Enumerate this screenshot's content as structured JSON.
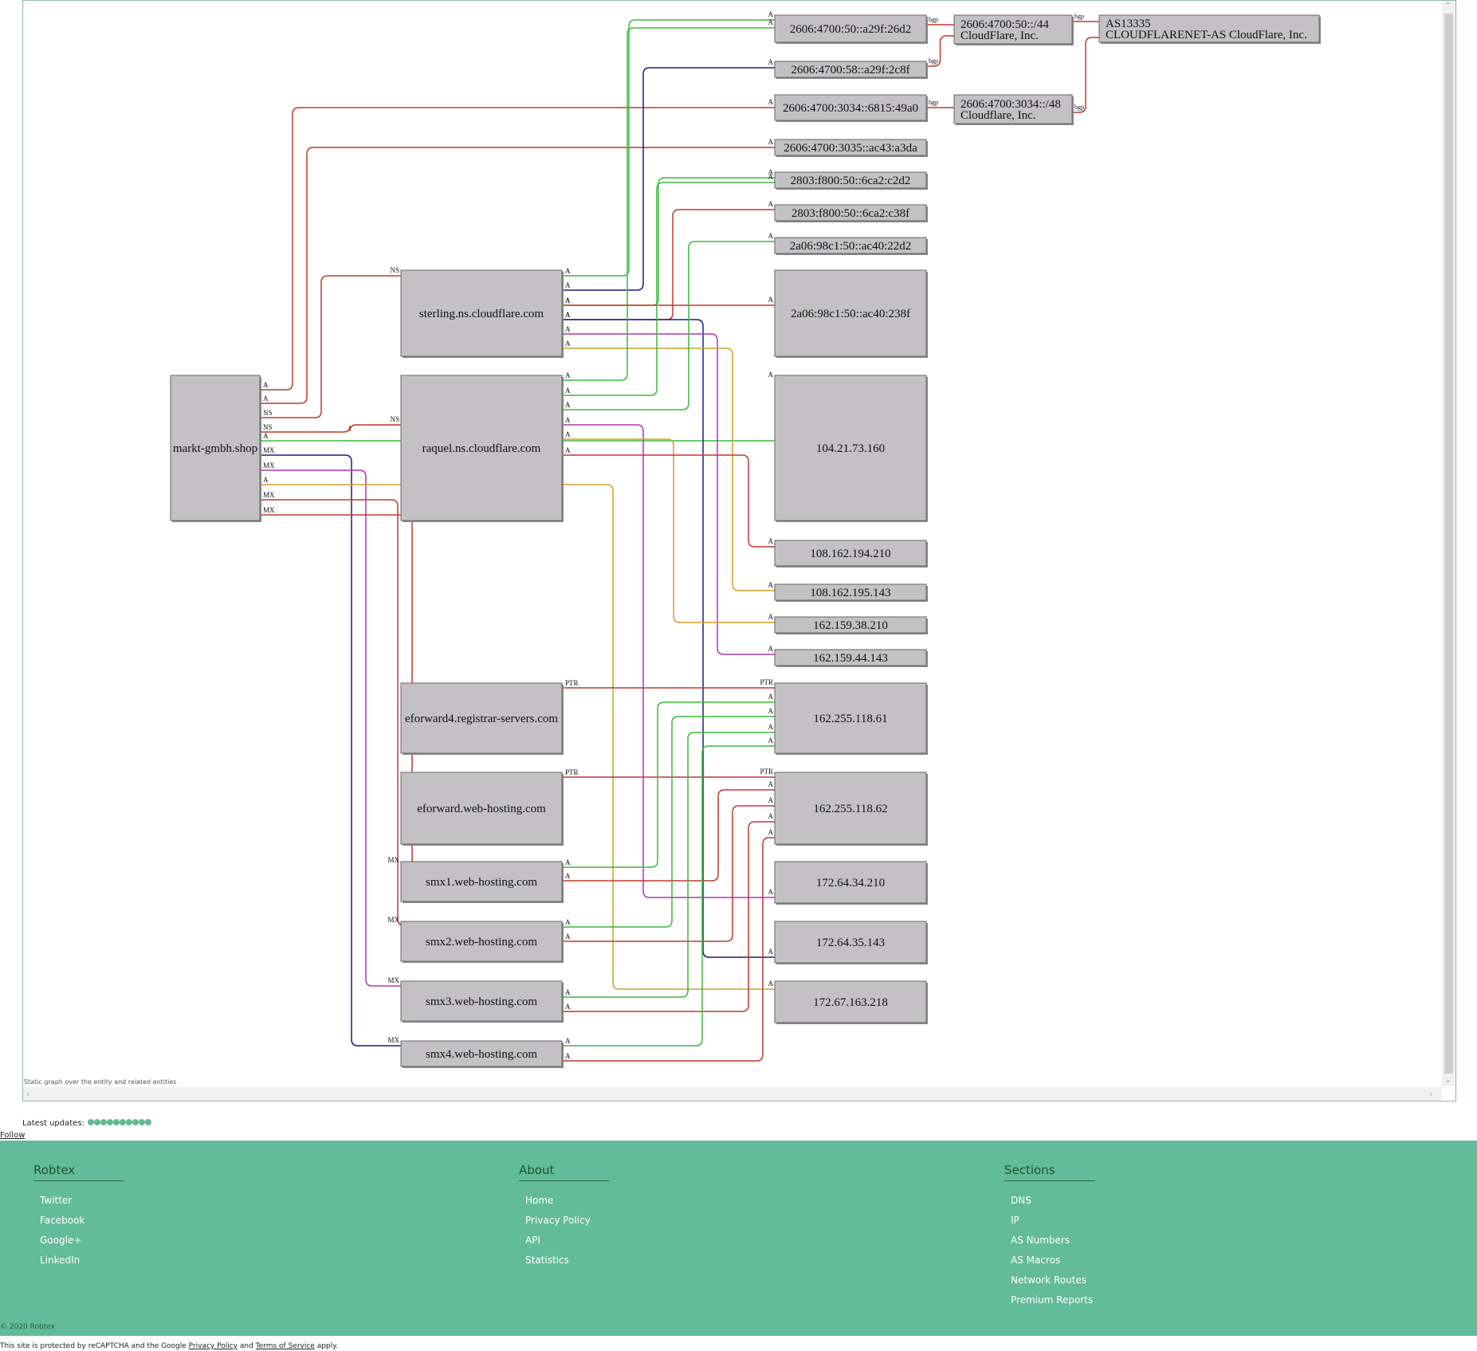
{
  "graph": {
    "caption": "Static graph over the entity and related entities",
    "nodes": [
      {
        "id": "root",
        "label": "markt-gmbh.shop"
      },
      {
        "id": "ns1",
        "label": "sterling.ns.cloudflare.com"
      },
      {
        "id": "ns2",
        "label": "raquel.ns.cloudflare.com"
      },
      {
        "id": "ef4",
        "label": "eforward4.registrar-servers.com"
      },
      {
        "id": "efw",
        "label": "eforward.web-hosting.com"
      },
      {
        "id": "smx1",
        "label": "smx1.web-hosting.com"
      },
      {
        "id": "smx2",
        "label": "smx2.web-hosting.com"
      },
      {
        "id": "smx3",
        "label": "smx3.web-hosting.com"
      },
      {
        "id": "smx4",
        "label": "smx4.web-hosting.com"
      },
      {
        "id": "v6a",
        "label": "2606:4700:50::a29f:26d2"
      },
      {
        "id": "v6b",
        "label": "2606:4700:58::a29f:2c8f"
      },
      {
        "id": "v6c",
        "label": "2606:4700:3034::6815:49a0"
      },
      {
        "id": "v6d",
        "label": "2606:4700:3035::ac43:a3da"
      },
      {
        "id": "v6e",
        "label": "2803:f800:50::6ca2:c2d2"
      },
      {
        "id": "v6f",
        "label": "2803:f800:50::6ca2:c38f"
      },
      {
        "id": "v6g",
        "label": "2a06:98c1:50::ac40:22d2"
      },
      {
        "id": "v6h",
        "label": "2a06:98c1:50::ac40:238f"
      },
      {
        "id": "ip1",
        "label": "104.21.73.160"
      },
      {
        "id": "ip2",
        "label": "108.162.194.210"
      },
      {
        "id": "ip3",
        "label": "108.162.195.143"
      },
      {
        "id": "ip4",
        "label": "162.159.38.210"
      },
      {
        "id": "ip5",
        "label": "162.159.44.143"
      },
      {
        "id": "ip6",
        "label": "162.255.118.61"
      },
      {
        "id": "ip7",
        "label": "162.255.118.62"
      },
      {
        "id": "ip8",
        "label": "172.64.34.210"
      },
      {
        "id": "ip9",
        "label": "172.64.35.143"
      },
      {
        "id": "ip10",
        "label": "172.67.163.218"
      },
      {
        "id": "rt1",
        "label": "2606:4700:50::/44\nCloudFlare, Inc."
      },
      {
        "id": "rt2",
        "label": "2606:4700:3034::/48\nCloudflare, Inc."
      },
      {
        "id": "asn",
        "label": "AS13335\nCLOUDFLARENET-AS CloudFlare, Inc."
      }
    ],
    "edges": [
      {
        "from": "root",
        "to": "v6c",
        "label": "A"
      },
      {
        "from": "root",
        "to": "v6d",
        "label": "A"
      },
      {
        "from": "root",
        "to": "ns1",
        "label": "NS"
      },
      {
        "from": "root",
        "to": "ns2",
        "label": "NS"
      },
      {
        "from": "root",
        "to": "ip1",
        "label": "A"
      },
      {
        "from": "root",
        "to": "smx4",
        "label": "MX"
      },
      {
        "from": "root",
        "to": "smx3",
        "label": "MX"
      },
      {
        "from": "root",
        "to": "ip10",
        "label": "A"
      },
      {
        "from": "root",
        "to": "smx2",
        "label": "MX"
      },
      {
        "from": "root",
        "to": "smx1",
        "label": "MX"
      },
      {
        "from": "ns1",
        "to": "v6a",
        "label": "A"
      },
      {
        "from": "ns1",
        "to": "v6b",
        "label": "A"
      },
      {
        "from": "ns1",
        "to": "v6e",
        "label": "A"
      },
      {
        "from": "ns1",
        "to": "v6f",
        "label": "A"
      },
      {
        "from": "ns1",
        "to": "v6h",
        "label": "A"
      },
      {
        "from": "ns1",
        "to": "ip9",
        "label": "A"
      },
      {
        "from": "ns1",
        "to": "ip5",
        "label": "A"
      },
      {
        "from": "ns1",
        "to": "ip3",
        "label": "A"
      },
      {
        "from": "ns2",
        "to": "v6a",
        "label": "A"
      },
      {
        "from": "ns2",
        "to": "v6e",
        "label": "A"
      },
      {
        "from": "ns2",
        "to": "v6g",
        "label": "A"
      },
      {
        "from": "ns2",
        "to": "ip8",
        "label": "A"
      },
      {
        "from": "ns2",
        "to": "ip4",
        "label": "A"
      },
      {
        "from": "ns2",
        "to": "ip2",
        "label": "A"
      },
      {
        "from": "ef4",
        "to": "ip6",
        "label": "PTR"
      },
      {
        "from": "efw",
        "to": "ip7",
        "label": "PTR"
      },
      {
        "from": "smx1",
        "to": "ip6",
        "label": "A"
      },
      {
        "from": "smx1",
        "to": "ip7",
        "label": "A"
      },
      {
        "from": "smx2",
        "to": "ip6",
        "label": "A"
      },
      {
        "from": "smx2",
        "to": "ip7",
        "label": "A"
      },
      {
        "from": "smx3",
        "to": "ip6",
        "label": "A"
      },
      {
        "from": "smx3",
        "to": "ip7",
        "label": "A"
      },
      {
        "from": "smx4",
        "to": "ip6",
        "label": "A"
      },
      {
        "from": "smx4",
        "to": "ip7",
        "label": "A"
      },
      {
        "from": "v6a",
        "to": "rt1",
        "label": "bgp"
      },
      {
        "from": "v6b",
        "to": "rt1",
        "label": "bgp"
      },
      {
        "from": "v6c",
        "to": "rt2",
        "label": "bgp"
      },
      {
        "from": "rt1",
        "to": "asn",
        "label": "bgp"
      },
      {
        "from": "rt2",
        "to": "asn",
        "label": "bgp"
      }
    ]
  },
  "updates": {
    "label": "Latest updates:",
    "count": 10
  },
  "follow": "Follow",
  "footer": {
    "columns": [
      {
        "title": "Robtex",
        "links": [
          "Twitter",
          "Facebook",
          "Google+",
          "LinkedIn"
        ]
      },
      {
        "title": "About",
        "links": [
          "Home",
          "Privacy Policy",
          "API",
          "Statistics"
        ]
      },
      {
        "title": "Sections",
        "links": [
          "DNS",
          "IP",
          "AS Numbers",
          "AS Macros",
          "Network Routes",
          "Premium Reports"
        ]
      }
    ],
    "copyright": "© 2020 Robtex"
  },
  "recaptcha": {
    "prefix": "This site is protected by reCAPTCHA and the Google ",
    "privacy": "Privacy Policy",
    "mid": " and ",
    "terms": "Terms of Service",
    "suffix": " apply."
  },
  "colors": {
    "accent": "#62bb9b",
    "node_fill": "#c3c1c4",
    "edge_red": "#c0392b",
    "edge_green": "#3cb93c",
    "edge_navy": "#1c1c80",
    "edge_purple": "#b435b4",
    "edge_orange": "#d39b30"
  }
}
